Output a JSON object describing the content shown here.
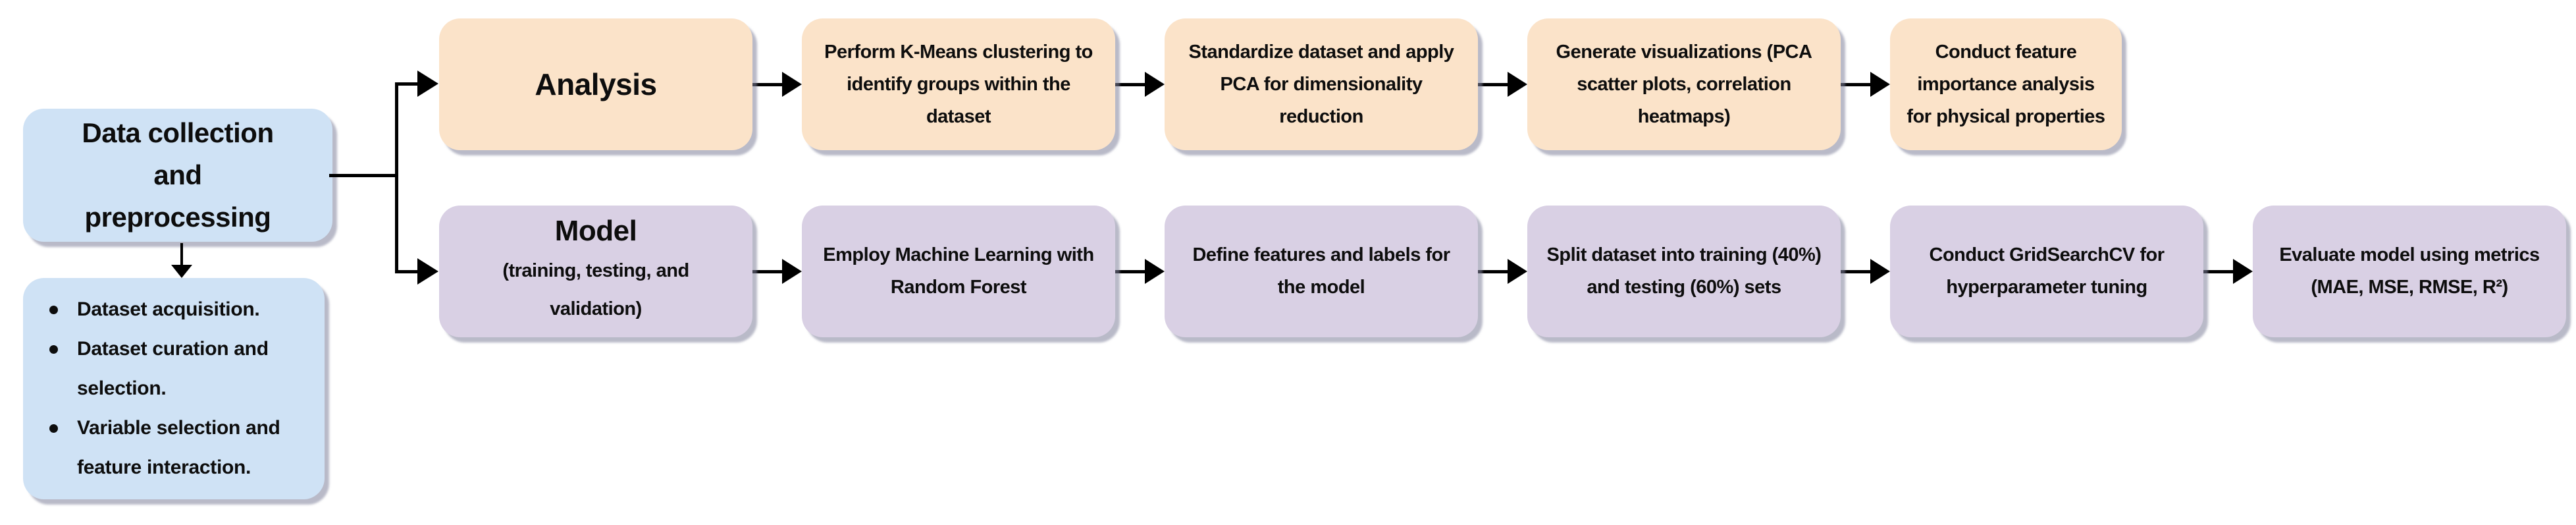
{
  "diagram_title": "Data science workflow flowchart",
  "colors": {
    "collection_node_fill": "#cfe2f5",
    "analysis_node_fill": "#fbe3c9",
    "model_node_fill": "#d9d0e4",
    "connector": "#000000",
    "text": "#0d0d0d",
    "background": "#ffffff"
  },
  "left_panel": {
    "title": "Data collection and preprocessing",
    "bullets": [
      "Dataset acquisition.",
      "Dataset curation and selection.",
      "Variable selection and feature interaction."
    ]
  },
  "analysis_row": {
    "header": "Analysis",
    "steps": [
      "Perform K-Means clustering to identify groups within the dataset",
      "Standardize dataset and apply PCA for dimensionality reduction",
      "Generate visualizations (PCA scatter plots, correlation heatmaps)",
      "Conduct feature importance analysis for physical properties"
    ]
  },
  "model_row": {
    "header": "Model",
    "subheader": "(training, testing, and validation)",
    "steps": [
      "Employ Machine Learning with Random Forest",
      "Define features and labels for the model",
      "Split dataset into training (40%) and testing (60%) sets",
      "Conduct GridSearchCV for hyperparameter tuning",
      "Evaluate model using metrics (MAE, MSE, RMSE, R²)"
    ]
  }
}
